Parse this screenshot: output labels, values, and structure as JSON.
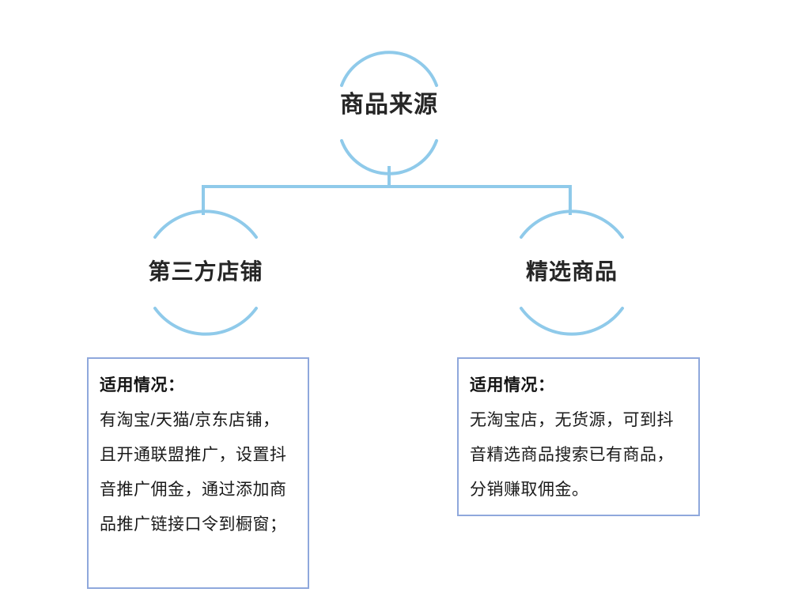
{
  "diagram": {
    "type": "tree-diagram",
    "title_node": {
      "label": "商品来源",
      "shape": "broken-circle"
    },
    "colors": {
      "arc": "#8fcaea",
      "connector": "#8fcaea",
      "box_border": "#8fa8dc",
      "node_text": "#262626",
      "body_text": "#1a1a1a",
      "background": "#ffffff"
    },
    "branches": [
      {
        "label": "第三方店铺",
        "box": {
          "heading": "适用情况：",
          "body": "有淘宝/天猫/京东店铺，且开通联盟推广，设置抖音推广佣金，通过添加商品推广链接口令到橱窗；"
        }
      },
      {
        "label": "精选商品",
        "box": {
          "heading": "适用情况：",
          "body": "无淘宝店，无货源，可到抖音精选商品搜索已有商品，分销赚取佣金。"
        }
      }
    ]
  }
}
